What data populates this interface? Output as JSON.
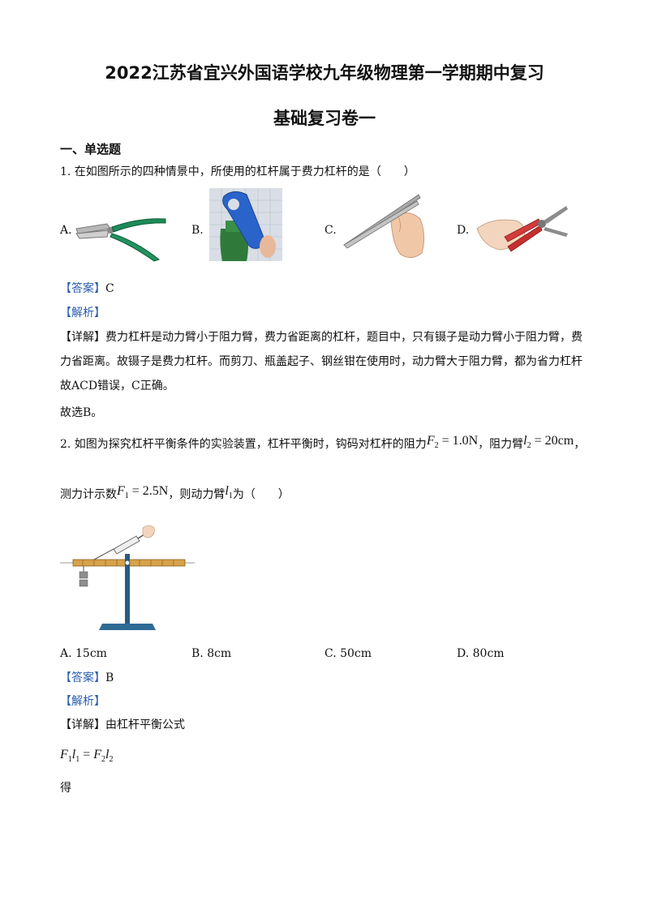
{
  "title_line1": "2022江苏省宜兴外国语学校九年级物理第一学期期中复习",
  "title_line2": "基础复习卷一",
  "section1": "一、单选题",
  "q1": {
    "stem": "1. 在如图所示的四种情景中，所使用的杠杆属于费力杠杆的是（　　）",
    "options": [
      "A.",
      "B.",
      "C.",
      "D."
    ],
    "answer_tag": "【答案】",
    "answer": "C",
    "analysis_tag": "【解析】",
    "detail_tag": "【详解】",
    "detail_line1": "费力杠杆是动力臂小于阻力臂，费力省距离的杠杆，题目中，只有镊子是动力臂小于阻力臂，费",
    "detail_line2": "力省距离。故镊子是费力杠杆。而剪刀、瓶盖起子、钢丝钳在使用时，动力臂大于阻力臂，都为省力杠杆",
    "detail_line3": "故ACD错误，C正确。",
    "conclusion": "故选B。"
  },
  "q2": {
    "stem_a": "2. 如图为探究杠杆平衡条件的实验装置，杠杆平衡时，钩码对杠杆的阻力",
    "f2_sym": "F",
    "f2_sub": "2",
    "f2_val": " = 1.0N",
    "stem_b": "，阻力臂",
    "l2_sym": "l",
    "l2_sub": "2",
    "l2_val": " = 20cm",
    "stem_c": "，",
    "stem_d": "测力计示数",
    "f1_sym": "F",
    "f1_sub": "1",
    "f1_val": " = 2.5N",
    "stem_e": "，则动力臂",
    "l1_sym": "l",
    "l1_sub": "1",
    "stem_f": "为（　　）",
    "options": [
      "A. 15cm",
      "B. 8cm",
      "C. 50cm",
      "D. 80cm"
    ],
    "answer_tag": "【答案】",
    "answer": "B",
    "analysis_tag": "【解析】",
    "detail_tag": "【详解】",
    "detail": "由杠杆平衡公式",
    "formula": {
      "a": "F",
      "a_sub": "1",
      "b": "l",
      "b_sub": "1",
      "eq": " = ",
      "c": "F",
      "c_sub": "2",
      "d": "l",
      "d_sub": "2"
    },
    "de": "得"
  }
}
